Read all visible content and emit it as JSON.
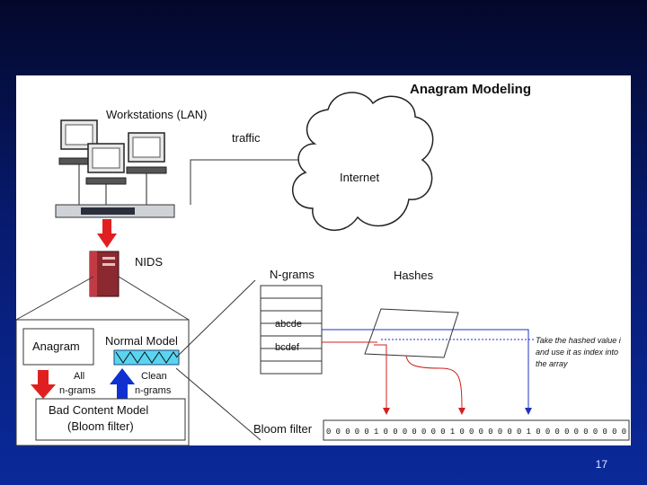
{
  "slide": {
    "title": "Anagram Modeling",
    "slide_number": "17"
  },
  "diagram": {
    "workstations_label": "Workstations (LAN)",
    "traffic_label": "traffic",
    "internet_label": "Internet",
    "nids_label": "NIDS",
    "anagram_label": "Anagram",
    "normal_model_label": "Normal Model",
    "all_ngrams_line1": "All",
    "all_ngrams_line2": "n-grams",
    "clean_ngrams_line1": "Clean",
    "clean_ngrams_line2": "n-grams",
    "bad_content_line1": "Bad Content Model",
    "bad_content_line2": "(Bloom filter)",
    "ngrams_label": "N-grams",
    "hashes_label": "Hashes",
    "ngram_rows": [
      "",
      "",
      "",
      "abcde",
      "bcdef",
      "",
      ""
    ],
    "hash_note_line1": "Take the hashed value i",
    "hash_note_line2": "and use it as index into",
    "hash_note_line3": "the array",
    "bloom_filter_label": "Bloom filter",
    "bloom_bits": "0 0 0 0 0 1 0 0 0 0 0 0 0 1 0 0 0 0 0 0 0 1 0 0 0 0 0 0 0 0 0 0",
    "colors": {
      "down_arrow": "#e02020",
      "up_arrow": "#1030d0",
      "hash_line_red": "#d02020",
      "hash_line_blue": "#2030c0"
    }
  }
}
